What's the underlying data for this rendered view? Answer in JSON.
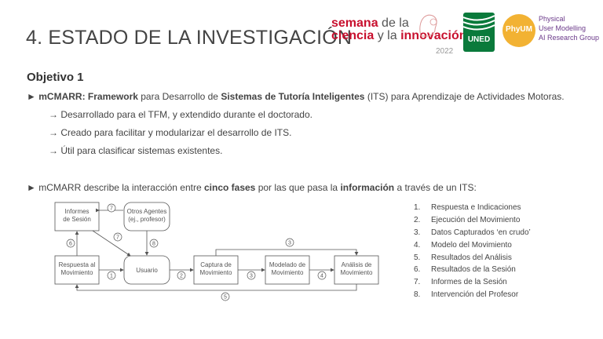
{
  "title": "4. ESTADO DE LA INVESTIGACIÓN",
  "logos": {
    "semana_line1_a": "semana",
    "semana_line1_b": "de la",
    "semana_line2_a": "ciencia",
    "semana_line2_b": "y la",
    "semana_line2_c": "innovación",
    "semana_year": "2022",
    "uned": "UNED",
    "phyum": "PhyUM",
    "phyum_text": [
      "Physical",
      "User Modelling",
      "AI Research Group"
    ]
  },
  "objective": "Objetivo 1",
  "line1": {
    "bullet": "►",
    "p1": "mCMARR: Framework",
    "p2": " para Desarrollo de ",
    "p3": "Sistemas de Tutoría Inteligentes",
    "p4": " (ITS) para Aprendizaje de Actividades Motoras."
  },
  "sublines": [
    {
      "arrow": "→",
      "text": "Desarrollado para el TFM, y extendido durante el doctorado."
    },
    {
      "arrow": "→",
      "text": "Creado para facilitar y modularizar el desarrollo de ITS."
    },
    {
      "arrow": "→",
      "text": "Útil para clasificar sistemas existentes."
    }
  ],
  "line2": {
    "bullet": "►",
    "p1": "mCMARR describe la interacción entre ",
    "p2": "cinco fases",
    "p3": " por las que pasa la ",
    "p4": "información",
    "p5": " a través de un ITS:"
  },
  "diagram": {
    "nodes": {
      "informes": [
        "Informes",
        "de Sesión"
      ],
      "otros": [
        "Otros Agentes",
        "(ej., profesor)"
      ],
      "respuesta": [
        "Respuesta al",
        "Movimiento"
      ],
      "usuario": [
        "Usuario"
      ],
      "captura": [
        "Captura de",
        "Movimiento"
      ],
      "modelado": [
        "Modelado de",
        "Movimiento"
      ],
      "analisis": [
        "Análisis de",
        "Movimiento"
      ]
    },
    "badges": {
      "b1": "1",
      "b2": "2",
      "b3a": "3",
      "b3b": "3",
      "b4": "4",
      "b5": "5",
      "b6": "6",
      "b7a": "7",
      "b7b": "7",
      "b8": "8"
    }
  },
  "legend": [
    {
      "n": "1.",
      "text": "Respuesta e Indicaciones"
    },
    {
      "n": "2.",
      "text": "Ejecución del Movimiento"
    },
    {
      "n": "3.",
      "text": "Datos Capturados ‘en crudo’"
    },
    {
      "n": "4.",
      "text": "Modelo del Movimiento"
    },
    {
      "n": "5.",
      "text": "Resultados del Análisis"
    },
    {
      "n": "6.",
      "text": "Resultados de la Sesión"
    },
    {
      "n": "7.",
      "text": "Informes de la Sesión"
    },
    {
      "n": "8.",
      "text": "Intervención del Profesor"
    }
  ]
}
